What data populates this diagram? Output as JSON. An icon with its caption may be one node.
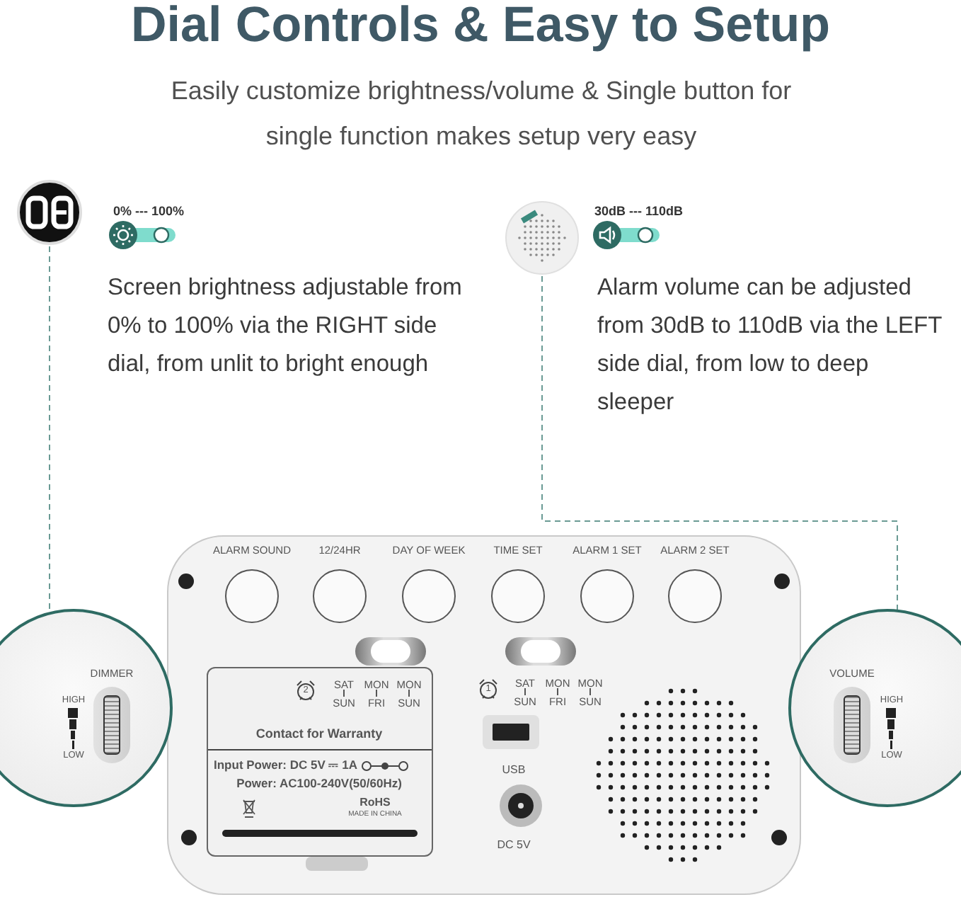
{
  "diagram": {
    "title": "Dial Controls & Easy to Setup",
    "nodes": [
      {
        "text": [],
        "shape": "picture"
      },
      {
        "text": [
          "Screen brightness adjustable from 0% to 100% via the RIGHT side dial, from unlit to bright enough"
        ]
      },
      {
        "text": [],
        "shape": "picture"
      },
      {
        "text": [
          "Alarm volume can be adjusted from 30dB to 110dB via the LEFT side dial, from low to deep sleeper"
        ]
      },
      {
        "text": [
          "ALARM SOUND",
          "12/24HR",
          "DAY OF WEEK",
          "TIME SET",
          "ALARM 1 SET",
          "ALARM 2 SET",
          "1",
          "SAT SUN",
          "MON FRI",
          "MON SUN",
          "USB",
          "DC 5V"
        ]
      },
      {
        "text": [
          "2",
          "SAT SUN",
          "MON FRI",
          "MON SUN",
          "Contact for Warranty",
          "Input Power: DC 5V ⎓ 1A",
          "Power: AC100-240V(50/60Hz)",
          "RoHS",
          "MADE IN CHINA"
        ],
        "in": 4
      },
      {
        "text": [
          "DIMMER",
          "HIGH",
          "LOW"
        ]
      },
      {
        "text": [
          "VOLUME",
          "HIGH",
          "LOW"
        ]
      }
    ],
    "edges": [
      {
        "from": 0,
        "to": 6,
        "arrow": "none",
        "style": "dashed"
      },
      {
        "from": 2,
        "to": 7,
        "arrow": "none",
        "style": "dashed"
      }
    ],
    "labels": [
      "Easily customize brightness/volume & Single button for single function makes setup very easy",
      "0% --- 100%",
      "30dB --- 110dB"
    ]
  }
}
